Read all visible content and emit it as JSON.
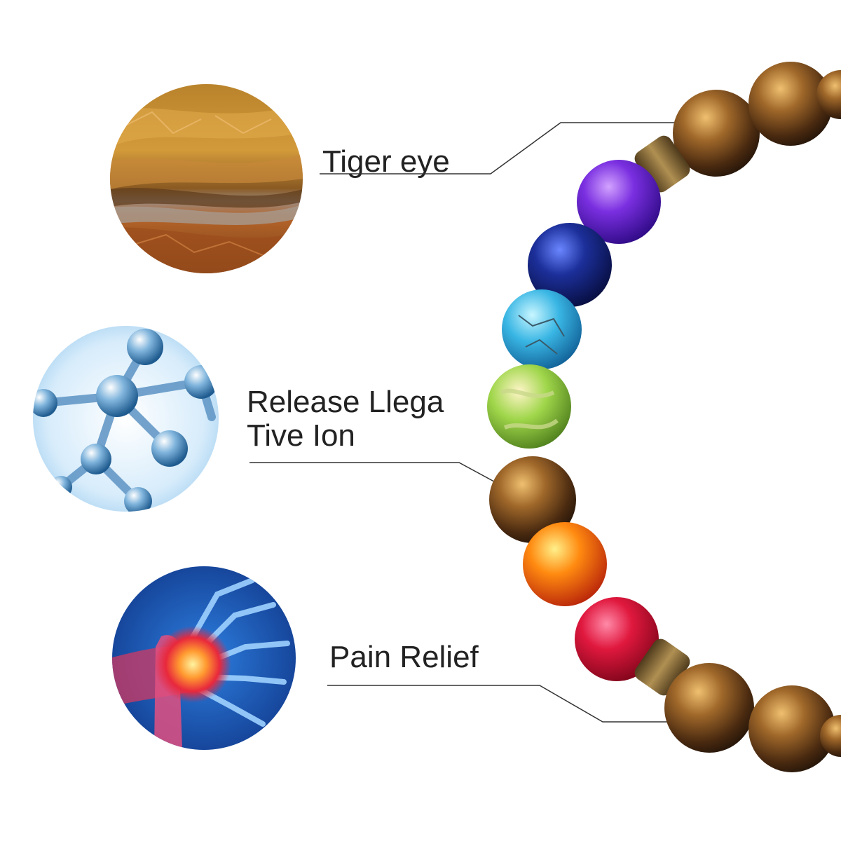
{
  "labels": {
    "tiger_eye": "Tiger eye",
    "negative_ion_line1": "Release Llega",
    "negative_ion_line2": "Tive Ion",
    "pain_relief": "Pain Relief"
  },
  "icons": {
    "tiger_eye_image": "tiger-eye-stone-icon",
    "molecule_image": "molecule-icon",
    "hand_pain_image": "hand-xray-pain-icon"
  },
  "colors": {
    "text": "#222222",
    "callout_line": "#333333",
    "background": "#ffffff"
  }
}
